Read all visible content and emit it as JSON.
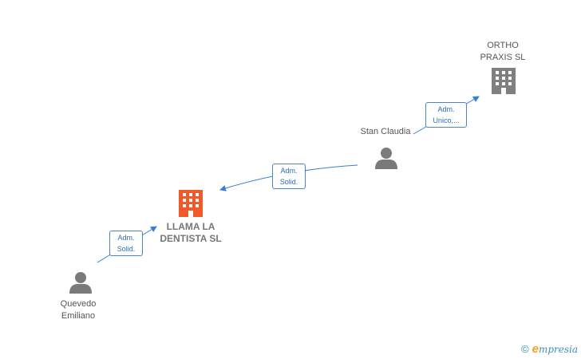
{
  "nodes": {
    "ortho": {
      "label": "ORTHO\nPRAXIS  SL",
      "kind": "company"
    },
    "stan": {
      "label": "Stan Claudia",
      "kind": "person"
    },
    "llama": {
      "label": "LLAMA LA\nDENTISTA  SL",
      "kind": "company-main"
    },
    "quevedo": {
      "label": "Quevedo\nEmiliano",
      "kind": "person"
    }
  },
  "edges": [
    {
      "from": "stan",
      "to": "ortho",
      "label": "Adm.\nUnico,..."
    },
    {
      "from": "stan",
      "to": "llama",
      "label": "Adm.\nSolid."
    },
    {
      "from": "quevedo",
      "to": "llama",
      "label": "Adm.\nSolid."
    }
  ],
  "footer": {
    "copyright": "©",
    "brand_initial": "e",
    "brand_rest": "mpresia"
  },
  "colors": {
    "edge": "#3b7dd8",
    "company_icon": "#808080",
    "main_company_icon": "#f05a2a",
    "person_icon": "#7a7a7a"
  }
}
